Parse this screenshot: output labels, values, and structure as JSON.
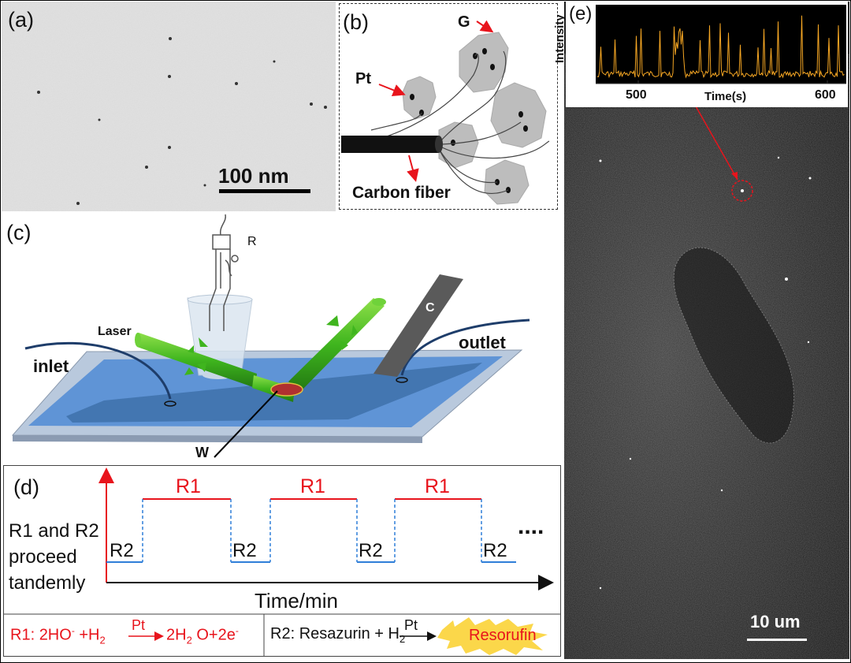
{
  "panel_a": {
    "label": "(a)",
    "scale_bar": "100 nm"
  },
  "panel_b": {
    "label": "(b)",
    "g": "G",
    "pt": "Pt",
    "fiber": "Carbon fiber"
  },
  "panel_c": {
    "label": "(c)",
    "r": "R",
    "laser": "Laser",
    "c": "C",
    "inlet": "inlet",
    "outlet": "outlet",
    "w": "W"
  },
  "panel_d": {
    "label": "(d)",
    "ylabel_lines": [
      "R1 and R2",
      "proceed",
      "tandemly"
    ],
    "xlabel": "Time/min",
    "r1": "R1",
    "r2": "R2",
    "ellipsis": "....",
    "eq_r1": {
      "prefix": "R1:",
      "body": "2HO",
      "sup": "-",
      "plus": "+H",
      "sub": "2",
      "cat": "Pt",
      "prod": "2H",
      "prod_sub": "2",
      "prod_rest": " O+2e",
      "prod_sup": "-"
    },
    "eq_r2": {
      "prefix": "R2:",
      "body": "Resazurin + H",
      "sub": "2",
      "cat": "Pt",
      "prod": "Resorufin"
    }
  },
  "panel_e": {
    "label": "(e)",
    "ylabel": "Intensity",
    "xlabel": "Time(s)",
    "ticks": [
      "500",
      "600"
    ],
    "scale_bar": "10 um"
  },
  "colors": {
    "red": "#e8141c",
    "blue": "#2f7ed8",
    "trace": "#f5a623",
    "green": "#3fb51e"
  }
}
